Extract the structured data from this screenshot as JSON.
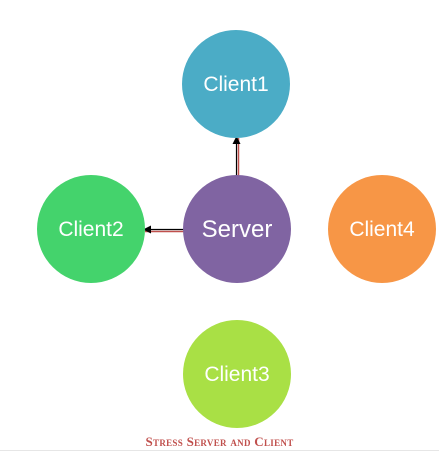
{
  "nodes": {
    "client1": {
      "label": "Client1",
      "color": "#4bacc6"
    },
    "client2": {
      "label": "Client2",
      "color": "#44d36c"
    },
    "server": {
      "label": "Server",
      "color": "#8064a2"
    },
    "client4": {
      "label": "Client4",
      "color": "#f79646"
    },
    "client3": {
      "label": "Client3",
      "color": "#a9e045"
    }
  },
  "connectors": {
    "color": "#000000",
    "accent_color": "#c0504d"
  },
  "caption": {
    "text": "Stress Server and Client",
    "color": "#c0504d"
  }
}
